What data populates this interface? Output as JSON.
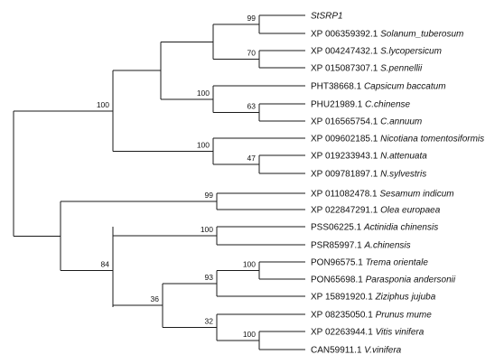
{
  "leaves": [
    {
      "id": "",
      "species": "StSRP1"
    },
    {
      "id": "XP 006359392.1",
      "species": "Solanum_tuberosum"
    },
    {
      "id": "XP 004247432.1",
      "species": "S.lycopersicum"
    },
    {
      "id": "XP 015087307.1",
      "species": "S.pennellii"
    },
    {
      "id": "PHT38668.1",
      "species": "Capsicum baccatum"
    },
    {
      "id": "PHU21989.1",
      "species": "C.chinense"
    },
    {
      "id": "XP 016565754.1",
      "species": "C.annuum"
    },
    {
      "id": "XP 009602185.1",
      "species": "Nicotiana tomentosiformis"
    },
    {
      "id": "XP 019233943.1",
      "species": "N.attenuata"
    },
    {
      "id": "XP 009781897.1",
      "species": "N.sylvestris"
    },
    {
      "id": "XP 011082478.1",
      "species": "Sesamum indicum"
    },
    {
      "id": "XP 022847291.1",
      "species": "Olea europaea"
    },
    {
      "id": "PSS06225.1",
      "species": "Actinidia chinensis"
    },
    {
      "id": "PSR85997.1",
      "species": "A.chinensis"
    },
    {
      "id": "PON96575.1",
      "species": "Trema orientale"
    },
    {
      "id": "PON65698.1",
      "species": "Parasponia andersonii"
    },
    {
      "id": "XP 15891920.1",
      "species": "Ziziphus jujuba"
    },
    {
      "id": "XP 08235050.1",
      "species": "Prunus mume"
    },
    {
      "id": "XP 02263944.1",
      "species": "Vitis vinifera"
    },
    {
      "id": "CAN59911.1",
      "species": "V.vinifera"
    }
  ],
  "bootstrap": [
    "100",
    "99",
    "70",
    "99",
    "100",
    "63",
    "100",
    "100",
    "47",
    "99",
    "100",
    "84",
    "100",
    "93",
    "36",
    "32",
    "100"
  ]
}
